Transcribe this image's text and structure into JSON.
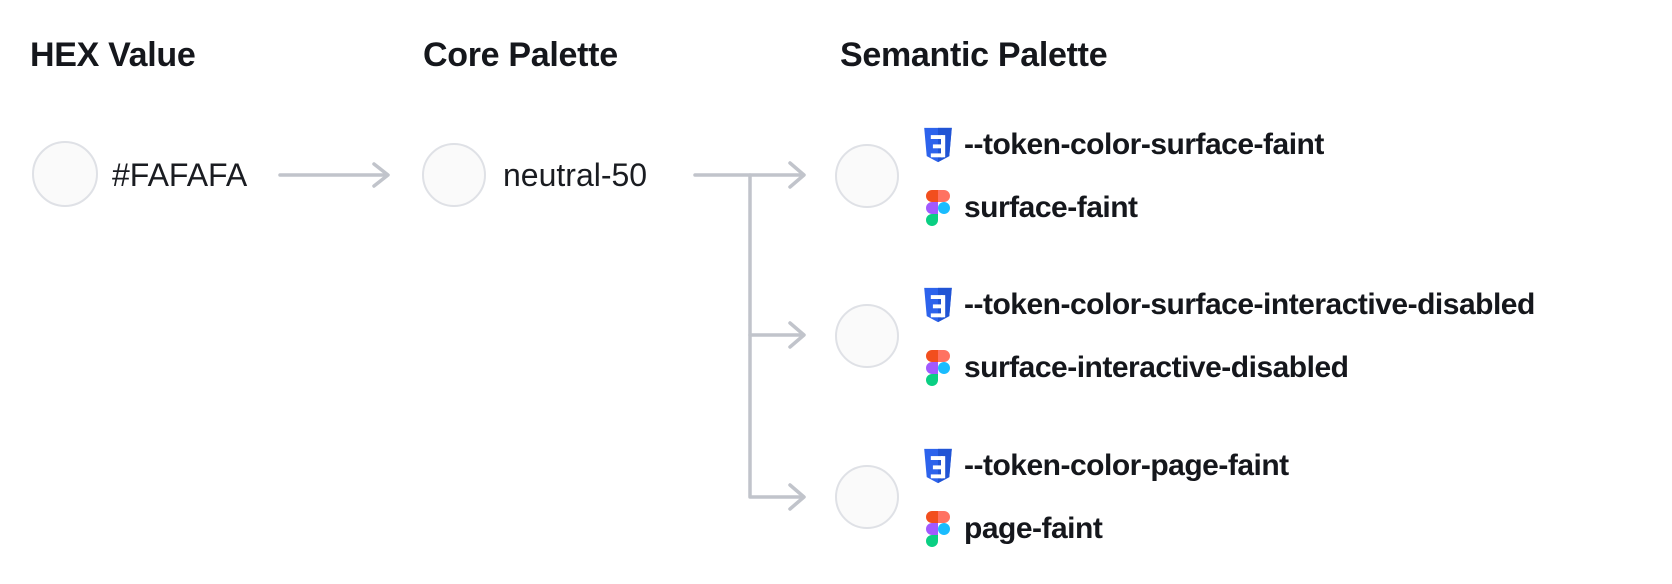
{
  "diagram": {
    "columns": {
      "hex": {
        "title": "HEX Value",
        "value": "#FAFAFA"
      },
      "core": {
        "title": "Core Palette",
        "value": "neutral-50"
      },
      "semantic": {
        "title": "Semantic Palette"
      }
    },
    "tokens": [
      {
        "css_variable": "--token-color-surface-faint",
        "figma_name": "surface-faint"
      },
      {
        "css_variable": "--token-color-surface-interactive-disabled",
        "figma_name": "surface-interactive-disabled"
      },
      {
        "css_variable": "--token-color-page-faint",
        "figma_name": "page-faint"
      }
    ],
    "icons": {
      "css": "css3-shield-icon",
      "figma": "figma-logo-icon"
    },
    "colors": {
      "swatch_fill": "#FAFAFA",
      "swatch_border": "#DFE1E6",
      "connector_gray": "#C1C4CB",
      "text": "#15171C",
      "css_icon_blue": "#2D63EC",
      "css_icon_blue_dark": "#2154D4",
      "figma_red": "#F24E1E",
      "figma_salmon": "#FF7262",
      "figma_purple": "#A259FF",
      "figma_blue": "#1ABCFE",
      "figma_green": "#0ACF83"
    }
  }
}
